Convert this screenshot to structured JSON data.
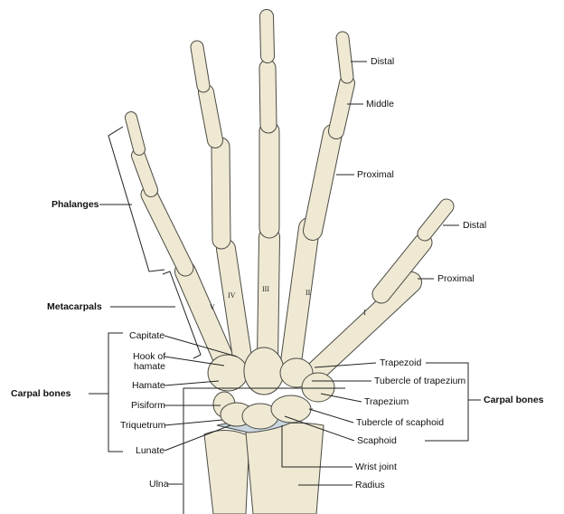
{
  "labels": {
    "distal_finger": "Distal",
    "middle_finger": "Middle",
    "proximal_finger": "Proximal",
    "phalanges": "Phalanges",
    "distal_thumb": "Distal",
    "proximal_thumb": "Proximal",
    "metacarpals": "Metacarpals",
    "capitate": "Capitate",
    "hook_of_hamate_1": "Hook of",
    "hook_of_hamate_2": "hamate",
    "hamate": "Hamate",
    "carpal_bones_left": "Carpal bones",
    "pisiform": "Pisiform",
    "triquetrum": "Triquetrum",
    "lunate": "Lunate",
    "ulna": "Ulna",
    "trapezoid": "Trapezoid",
    "tubercle_of_trapezium": "Tubercle of trapezium",
    "trapezium": "Trapezium",
    "tubercle_of_scaphoid": "Tubercle of scaphoid",
    "scaphoid": "Scaphoid",
    "carpal_bones_right": "Carpal bones",
    "wrist_joint": "Wrist joint",
    "radius": "Radius"
  },
  "metacarpal_numerals": {
    "v": "V",
    "iv": "IV",
    "iii": "III",
    "ii": "II",
    "i": "I"
  },
  "colors": {
    "bone": "#efe9d3",
    "outline": "#4a4a44",
    "cartilage": "#c9d6e0",
    "line": "#222222"
  }
}
